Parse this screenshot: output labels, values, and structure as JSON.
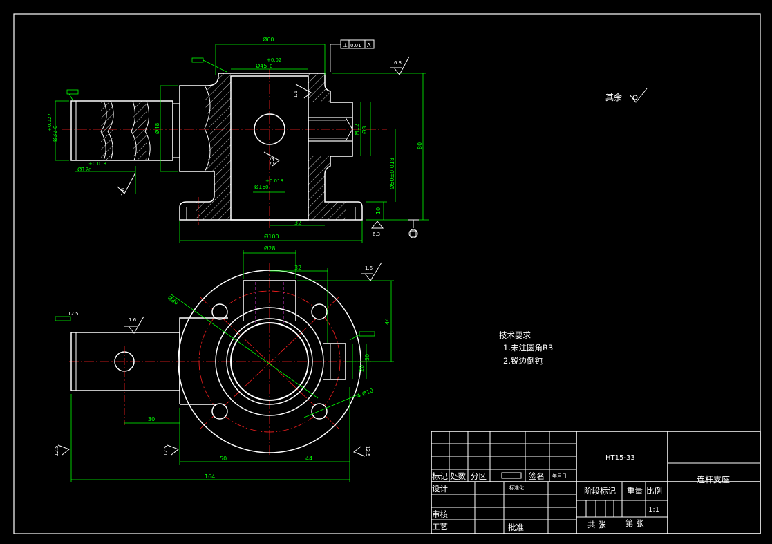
{
  "dimensions": {
    "top": {
      "d60": "Ø60",
      "d45": "Ø45",
      "d45_tol_up": "+0.02",
      "d45_tol_low": "0",
      "d32": "Ø32",
      "d32_tol_up": "+0.027",
      "d32_tol_low": "0",
      "d12": "Ø12",
      "d12_tol_up": "+0.018",
      "d12_tol_low": "0",
      "d48": "Ø48",
      "d16": "Ø16",
      "d16_tol_up": "+0.018",
      "d16_tol_low": "0",
      "m12": "M12",
      "d8": "Ø8",
      "d50": "Ø50±0.018",
      "h80": "80",
      "h10": "10",
      "w32": "32",
      "d100": "Ø100"
    },
    "bottom": {
      "d28": "Ø28",
      "w32": "32",
      "d80": "Ø80",
      "h44": "44",
      "h20": "20",
      "h30": "30",
      "w30": "30",
      "holes": "4-Ø10",
      "w50": "50",
      "w44": "44",
      "w164": "164"
    }
  },
  "surface_finish": {
    "r63_top": "6.3",
    "r16_a": "1.6",
    "r32": "3.2",
    "r16_b": "1.6",
    "r63_bottom": "6.3",
    "r16_c": "1.6",
    "r125_a": "12.5",
    "r16_d": "1.6",
    "r125_b": "12.5",
    "r125_c": "12.5",
    "r125_d": "12.5",
    "other_label": "其余"
  },
  "tolerance_frame": {
    "symbol": "⊥",
    "value": "0.01",
    "datum": "A"
  },
  "tech_requirements": {
    "title": "技术要求",
    "item1": "1.未注圆角R3",
    "item2": "2.锐边倒钝"
  },
  "title_block": {
    "drawing_number": "HT15-33",
    "part_name": "连杆支座",
    "scale": "1:1",
    "headers": [
      "标记",
      "处数",
      "分区",
      "",
      "签名",
      "年月日"
    ],
    "design": "设计",
    "standardize": "标准化",
    "review": "审核",
    "process": "工艺",
    "approve": "批准",
    "stage_mark": "阶段标记",
    "weight": "重量",
    "ratio": "比例",
    "total_sheets": "共  张",
    "sheet_no": "第  张"
  },
  "colors": {
    "outline": "#ffffff",
    "dimension": "#00ff00",
    "centerline": "#ff2020",
    "hidden": "#ff40ff",
    "hatch": "#ffffff"
  }
}
